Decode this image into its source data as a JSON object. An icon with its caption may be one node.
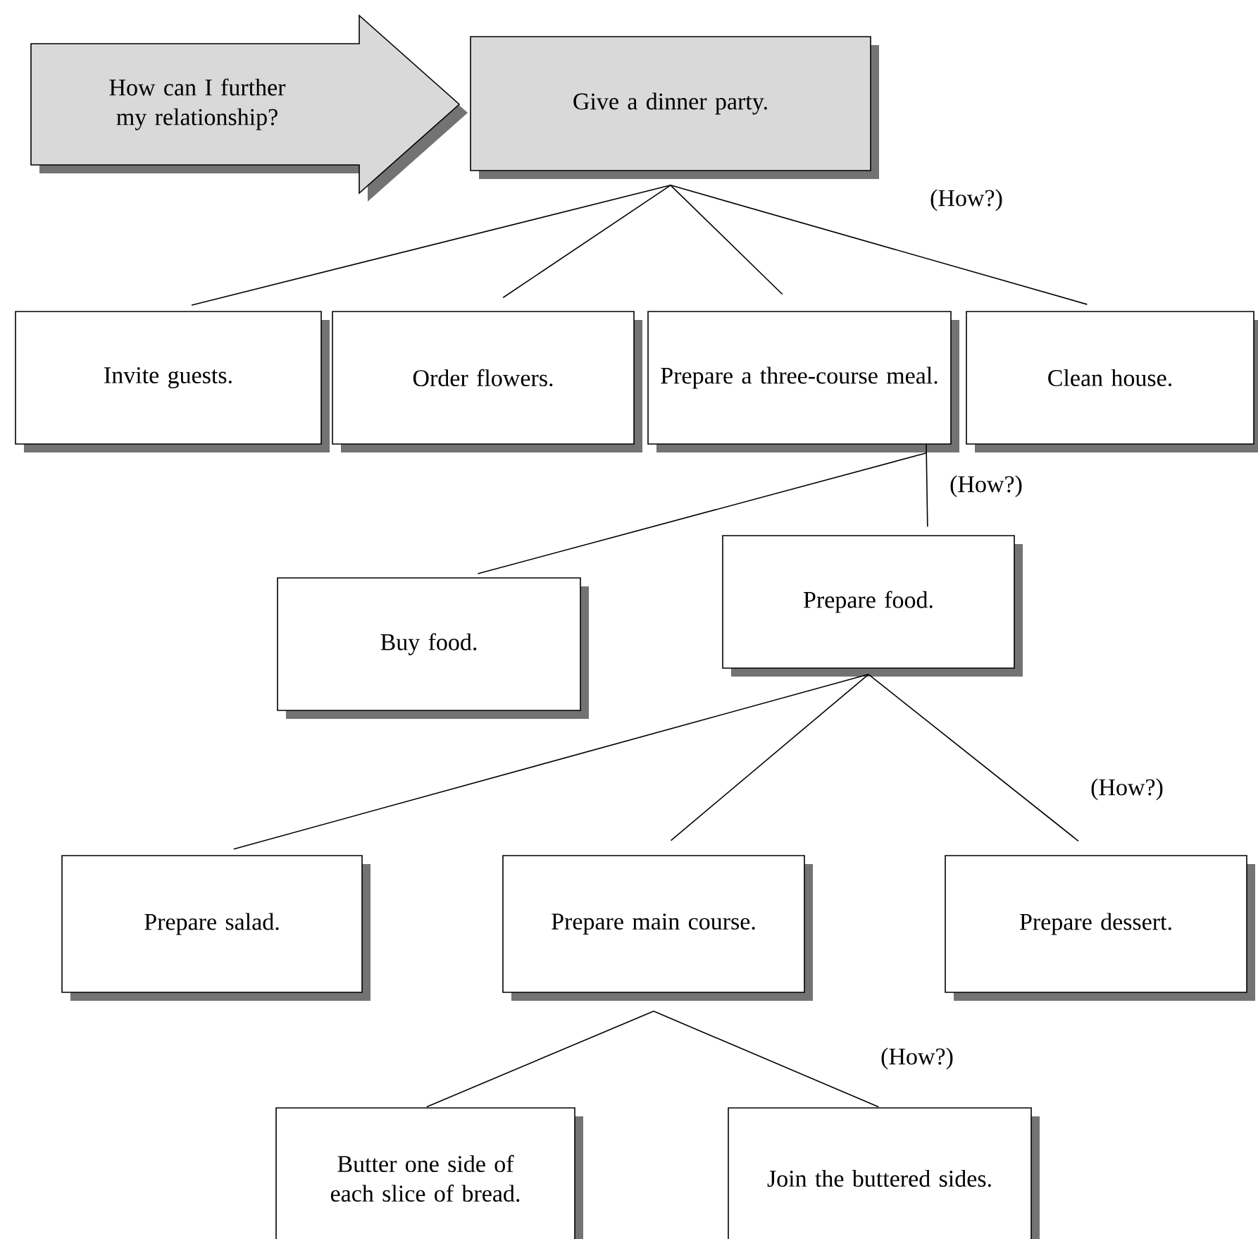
{
  "diagram": {
    "nodes": [
      {
        "text": [
          "How can I further my relationship?"
        ]
      },
      {
        "text": [
          "Give a dinner party."
        ]
      },
      {
        "text": [
          "Invite guests."
        ]
      },
      {
        "text": [
          "Order flowers."
        ]
      },
      {
        "text": [
          "Prepare a three-course meal."
        ]
      },
      {
        "text": [
          "Clean house."
        ]
      },
      {
        "text": [
          "Buy food."
        ]
      },
      {
        "text": [
          "Prepare food."
        ]
      },
      {
        "text": [
          "Prepare salad."
        ]
      },
      {
        "text": [
          "Prepare main course."
        ]
      },
      {
        "text": [
          "Prepare dessert."
        ]
      },
      {
        "text": [
          "Butter one side of each slice of bread."
        ]
      },
      {
        "text": [
          "Join the buttered sides."
        ]
      }
    ],
    "edges": [
      {
        "from": 1,
        "to": 2,
        "arrow": "none"
      },
      {
        "from": 1,
        "to": 3,
        "arrow": "none"
      },
      {
        "from": 1,
        "to": 4,
        "arrow": "none"
      },
      {
        "from": 1,
        "to": 5,
        "arrow": "none"
      },
      {
        "from": 4,
        "to": 6,
        "arrow": "none"
      },
      {
        "from": 4,
        "to": 7,
        "arrow": "none"
      },
      {
        "from": 7,
        "to": 8,
        "arrow": "none"
      },
      {
        "from": 7,
        "to": 9,
        "arrow": "none"
      },
      {
        "from": 7,
        "to": 10,
        "arrow": "none"
      },
      {
        "from": 9,
        "to": 11,
        "arrow": "none"
      },
      {
        "from": 9,
        "to": 12,
        "arrow": "none"
      }
    ],
    "labels": [
      "(How?)",
      "(How?)",
      "(How?)",
      "(How?)"
    ]
  }
}
